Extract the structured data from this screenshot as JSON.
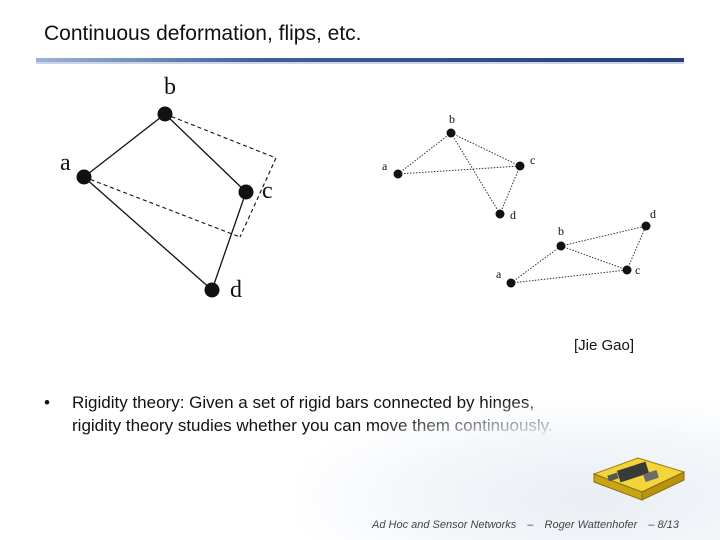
{
  "slide": {
    "title": "Continuous deformation, flips, etc.",
    "citation": "[Jie Gao]",
    "bullet": {
      "mark": "•",
      "text_line1": "Rigidity theory: Given a set of rigid bars connected by hinges,",
      "text_line2": "rigidity theory studies whether you can move them continuously."
    },
    "footer": {
      "course": "Ad Hoc and Sensor Networks",
      "dash": "–",
      "author": "Roger Wattenhofer",
      "page": "– 8/13"
    }
  },
  "diagram": {
    "large": {
      "labels": {
        "a": "a",
        "b": "b",
        "c": "c",
        "d": "d"
      }
    },
    "small_top": {
      "labels": {
        "a": "a",
        "b": "b",
        "c": "c",
        "d": "d"
      }
    },
    "small_bottom": {
      "labels": {
        "a": "a",
        "b": "b",
        "c": "c",
        "d": "d"
      }
    }
  },
  "colors": {
    "accent_rule": "#243f73",
    "node": "#111111",
    "device_body": "#e8c21a"
  }
}
